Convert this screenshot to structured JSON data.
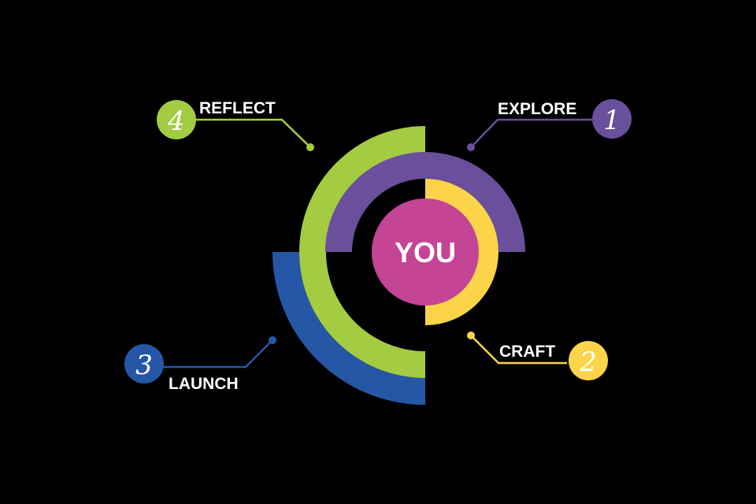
{
  "center": {
    "label": "YOU",
    "color": "#c44596"
  },
  "steps": [
    {
      "number": "1",
      "label": "EXPLORE",
      "color": "#6a4f9c"
    },
    {
      "number": "2",
      "label": "CRAFT",
      "color": "#fcd44a"
    },
    {
      "number": "3",
      "label": "LAUNCH",
      "color": "#2657a6"
    },
    {
      "number": "4",
      "label": "REFLECT",
      "color": "#a3cc42"
    }
  ]
}
